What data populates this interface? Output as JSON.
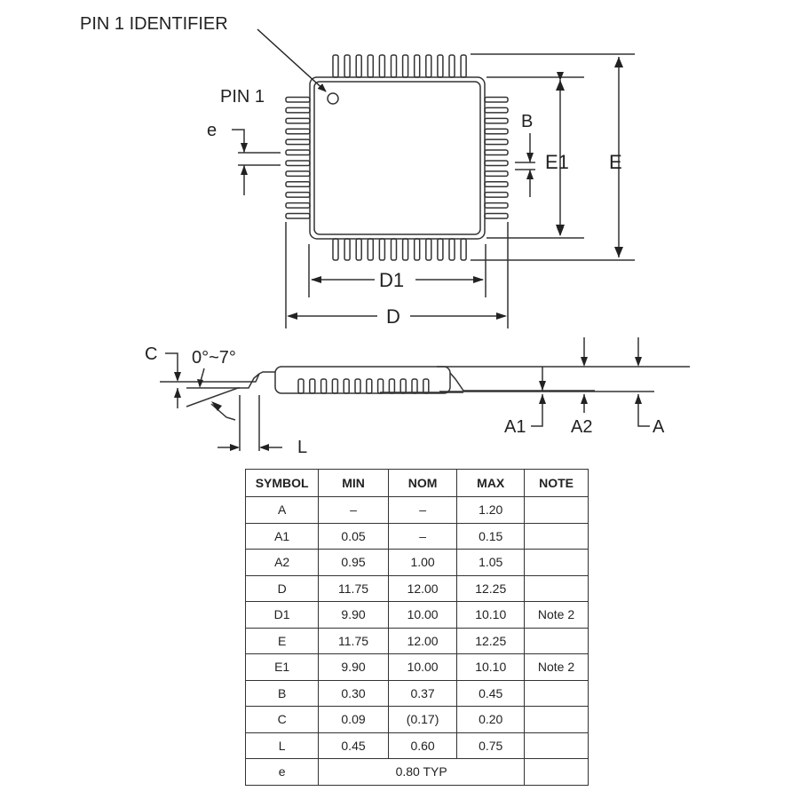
{
  "top_view": {
    "pin1_identifier": "PIN 1 IDENTIFIER",
    "pin1": "PIN 1",
    "e": "e",
    "B": "B",
    "E1": "E1",
    "E": "E",
    "D1": "D1",
    "D": "D",
    "pins_per_side": 12
  },
  "side_view": {
    "C": "C",
    "angle": "0°~7°",
    "L": "L",
    "A1": "A1",
    "A2": "A2",
    "A": "A"
  },
  "table": {
    "headers": [
      "SYMBOL",
      "MIN",
      "NOM",
      "MAX",
      "NOTE"
    ],
    "rows": [
      [
        "A",
        "–",
        "–",
        "1.20",
        ""
      ],
      [
        "A1",
        "0.05",
        "–",
        "0.15",
        ""
      ],
      [
        "A2",
        "0.95",
        "1.00",
        "1.05",
        ""
      ],
      [
        "D",
        "11.75",
        "12.00",
        "12.25",
        ""
      ],
      [
        "D1",
        "9.90",
        "10.00",
        "10.10",
        "Note 2"
      ],
      [
        "E",
        "11.75",
        "12.00",
        "12.25",
        ""
      ],
      [
        "E1",
        "9.90",
        "10.00",
        "10.10",
        "Note 2"
      ],
      [
        "B",
        "0.30",
        "0.37",
        "0.45",
        ""
      ],
      [
        "C",
        "0.09",
        "(0.17)",
        "0.20",
        ""
      ],
      [
        "L",
        "0.45",
        "0.60",
        "0.75",
        ""
      ]
    ],
    "last_row": {
      "symbol": "e",
      "value": "0.80 TYP"
    }
  }
}
